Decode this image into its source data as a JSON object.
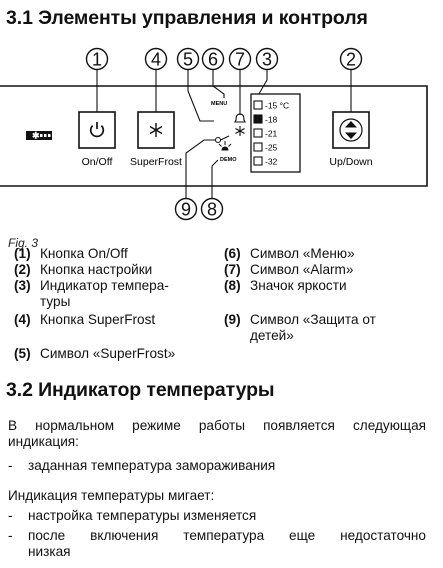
{
  "section1": {
    "title": "3.1 Элементы управления и контроля"
  },
  "figure": {
    "caption": "Fig. 3",
    "callouts": [
      "1",
      "4",
      "5",
      "6",
      "7",
      "3",
      "2",
      "9",
      "8"
    ],
    "on_off_label": "On/Off",
    "superfrost_label": "SuperFrost",
    "updown_label": "Up/Down",
    "menu_label": "MENU",
    "demo_label": "DEMO",
    "temperatures": [
      "-15 °C",
      "-18",
      "-21",
      "-25",
      "-32"
    ],
    "icons": [
      "power-icon",
      "snowflake-icon",
      "up-down-arrows-icon",
      "bell-icon",
      "brightness-icon",
      "key-icon",
      "superfrost-status-icon"
    ]
  },
  "legend": [
    {
      "num": "(1)",
      "text": "Кнопка On/Off"
    },
    {
      "num": "(2)",
      "text": "Кнопка настройки"
    },
    {
      "num": "(3)",
      "text": "Индикатор темпера-"
    },
    {
      "num": "",
      "text": "туры"
    },
    {
      "num": "(4)",
      "text": "Кнопка SuperFrost"
    },
    {
      "num": "(5)",
      "text": "Символ «SuperFrost»"
    },
    {
      "num": "(6)",
      "text": "Символ «Меню»"
    },
    {
      "num": "(7)",
      "text": "Символ «Alarm»"
    },
    {
      "num": "(8)",
      "text": "Значок яркости"
    },
    {
      "num": "(9)",
      "text": "Символ «Защита от"
    },
    {
      "num": "",
      "text": "детей»"
    }
  ],
  "section2": {
    "title": "3.2 Индикатор температуры",
    "para1_line1": "В нормальном режиме работы появляется следующая",
    "para1_line2": "индикация:",
    "item1": "заданная температура замораживания",
    "para2": "Индикация температуры мигает:",
    "item2": "настройка температуры изменяется",
    "item3_line1": "после включения температура еще недостаточно",
    "item3_line2": "низкая",
    "dash": "-"
  }
}
